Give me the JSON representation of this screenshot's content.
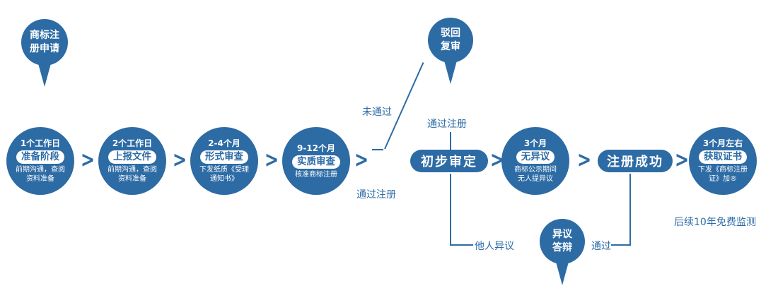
{
  "colors": {
    "primary": "#2d6ba5"
  },
  "bubbles": {
    "start": {
      "line1": "商标注",
      "line2": "册申请"
    },
    "rejection": {
      "line1": "驳回",
      "line2": "复审"
    },
    "objection": {
      "line1": "异议",
      "line2": "答辩"
    }
  },
  "steps": [
    {
      "duration": "1个工作日",
      "title": "准备阶段",
      "desc1": "前期沟通，查阅",
      "desc2": "资料准备"
    },
    {
      "duration": "2个工作日",
      "title": "上报文件",
      "desc1": "前期沟通，查阅",
      "desc2": "资料准备"
    },
    {
      "duration": "2-4个月",
      "title": "形式审查",
      "desc1": "下发纸质《受理",
      "desc2": "通知书》"
    },
    {
      "duration": "9-12个月",
      "title": "实质审查",
      "desc1": "核准商标注册",
      "desc2": ""
    },
    {
      "duration": "3个月",
      "title": "无异议",
      "desc1": "商标公示期间",
      "desc2": "无人提异议"
    },
    {
      "duration": "3个月左右",
      "title": "获取证书",
      "desc1": "下发《商标注册",
      "desc2": "证》加®"
    }
  ],
  "pills": {
    "preliminary": "初步审定",
    "success": "注册成功"
  },
  "labels": {
    "fail": "未通过",
    "pass_upper": "通过注册",
    "pass_lower": "通过注册",
    "others_objection": "他人异议",
    "pass_short": "通过",
    "monitoring": "后续10年免费监测"
  },
  "icons": {
    "chevron": ">"
  }
}
